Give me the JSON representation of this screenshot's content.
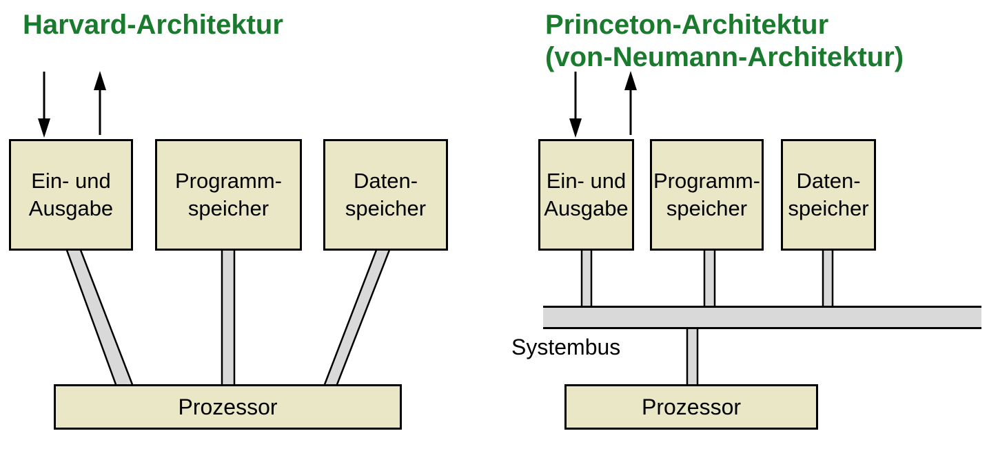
{
  "colors": {
    "title_green": "#1a7a2e",
    "box_fill": "#e9e7c6",
    "connector_fill": "#d9d9d9",
    "line_black": "#000000",
    "background": "#ffffff"
  },
  "harvard": {
    "title": "Harvard-Architektur",
    "boxes": [
      {
        "label": "Ein- und\nAusgabe"
      },
      {
        "label": "Programm-\nspeicher"
      },
      {
        "label": "Daten-\nspeicher"
      }
    ],
    "processor_label": "Prozessor"
  },
  "princeton": {
    "title_line1": "Princeton-Architektur",
    "title_line2": "(von-Neumann-Architektur)",
    "boxes": [
      {
        "label": "Ein- und\nAusgabe"
      },
      {
        "label": "Programm-\nspeicher"
      },
      {
        "label": "Daten-\nspeicher"
      }
    ],
    "bus_label": "Systembus",
    "processor_label": "Prozessor"
  }
}
